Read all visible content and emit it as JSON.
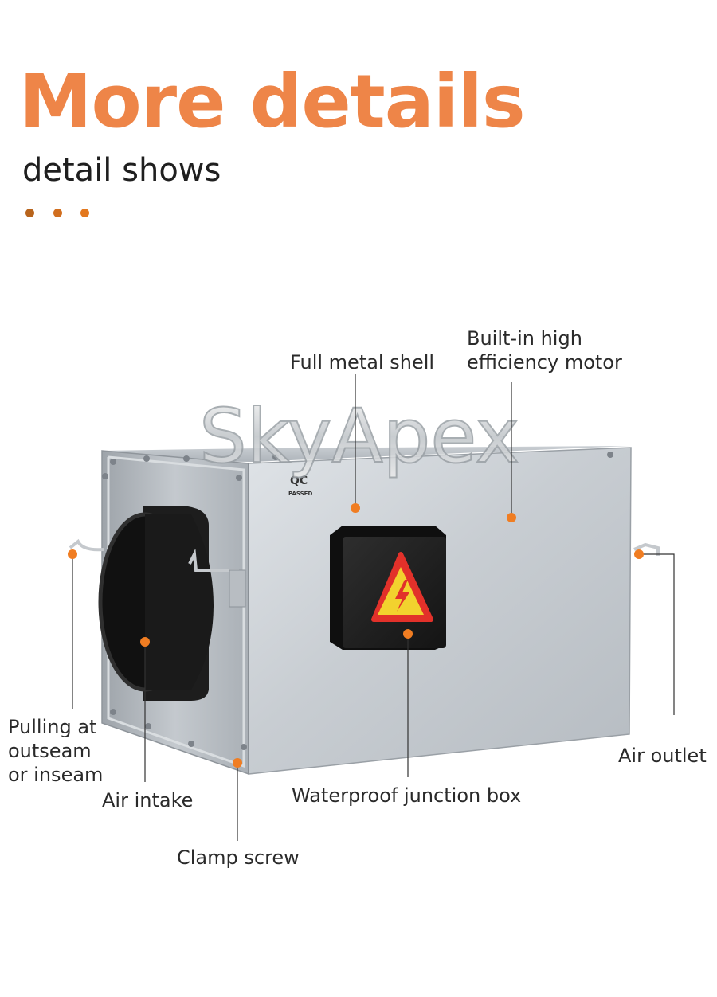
{
  "header": {
    "title": "More details",
    "subtitle": "detail shows"
  },
  "colors": {
    "accent": "#ee8548",
    "dot_brown": "#b8641c",
    "dot_orange": "#e3781e",
    "marker": "#f07d22",
    "warning_yellow": "#f2d22e",
    "warning_red": "#e2312a"
  },
  "watermark": "SkyApex",
  "product": {
    "qc_stamp": "QC",
    "qc_passed": "PASSED"
  },
  "labels": {
    "full_metal_shell": "Full metal shell",
    "motor_line1": "Built-in high",
    "motor_line2": "efficiency motor",
    "pulling_line1": "Pulling at",
    "pulling_line2": "outseam",
    "pulling_line3": "or inseam",
    "air_intake": "Air intake",
    "clamp_screw": "Clamp screw",
    "junction_box": "Waterproof junction box",
    "air_outlet": "Air outlet"
  }
}
